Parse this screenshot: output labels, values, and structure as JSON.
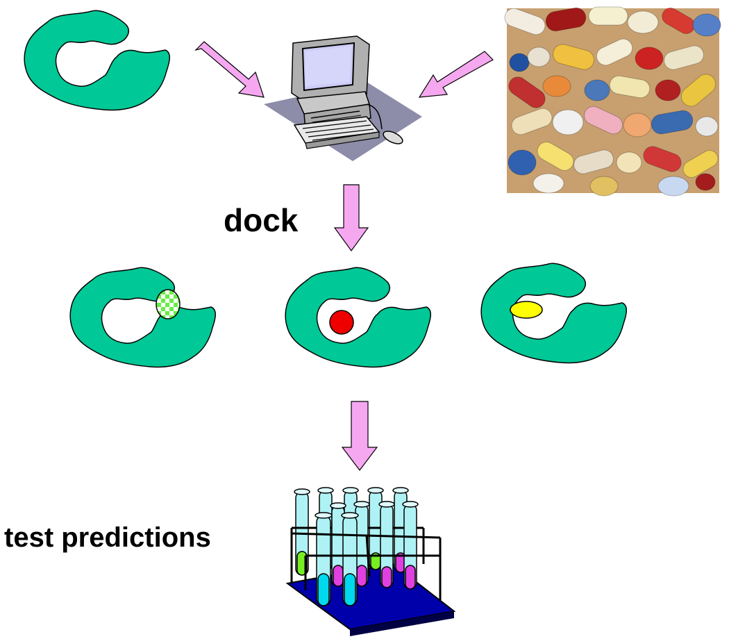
{
  "labels": {
    "dock": "dock",
    "test_predictions": "test predictions"
  },
  "colors": {
    "protein": "#00c896",
    "arrow": "#f5a8f0",
    "ligand_red": "#ee0000",
    "ligand_yellow": "#ffff00",
    "ligand_green": "#66ee44",
    "rack_base": "#0000aa",
    "tube_glass": "#aef2f5",
    "liquid_cyan": "#00d8ee",
    "liquid_magenta": "#e040e0",
    "liquid_green": "#77ee22"
  },
  "icons": {
    "protein_receptor": "protein-receptor-icon",
    "computer": "computer-icon",
    "pills_photo": "pills-photo",
    "test_tube_rack": "test-tube-rack-icon"
  }
}
